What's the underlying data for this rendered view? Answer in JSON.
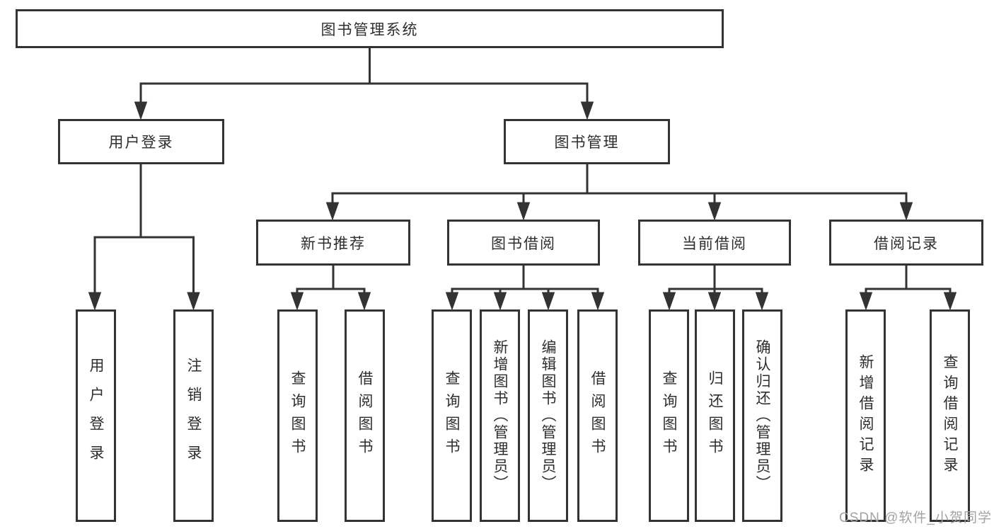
{
  "watermark": "CSDN @软件_小贺同学",
  "colors": {
    "line": "#333333",
    "text": "#2e2e2e",
    "background": "#ffffff",
    "watermark": "#a3a3a3"
  },
  "tree": {
    "label": "图书管理系统",
    "children": [
      {
        "label": "用户登录",
        "children": [
          {
            "label": "用户登录"
          },
          {
            "label": "注销登录"
          }
        ]
      },
      {
        "label": "图书管理",
        "children": [
          {
            "label": "新书推荐",
            "children": [
              {
                "label": "查询图书"
              },
              {
                "label": "借阅图书"
              }
            ]
          },
          {
            "label": "图书借阅",
            "children": [
              {
                "label": "查询图书"
              },
              {
                "label": "新增图书（管理员）"
              },
              {
                "label": "编辑图书（管理员）"
              },
              {
                "label": "借阅图书"
              }
            ]
          },
          {
            "label": "当前借阅",
            "children": [
              {
                "label": "查询图书"
              },
              {
                "label": "归还图书"
              },
              {
                "label": "确认归还（管理员）"
              }
            ]
          },
          {
            "label": "借阅记录",
            "children": [
              {
                "label": "新增借阅记录"
              },
              {
                "label": "查询借阅记录"
              }
            ]
          }
        ]
      }
    ]
  }
}
